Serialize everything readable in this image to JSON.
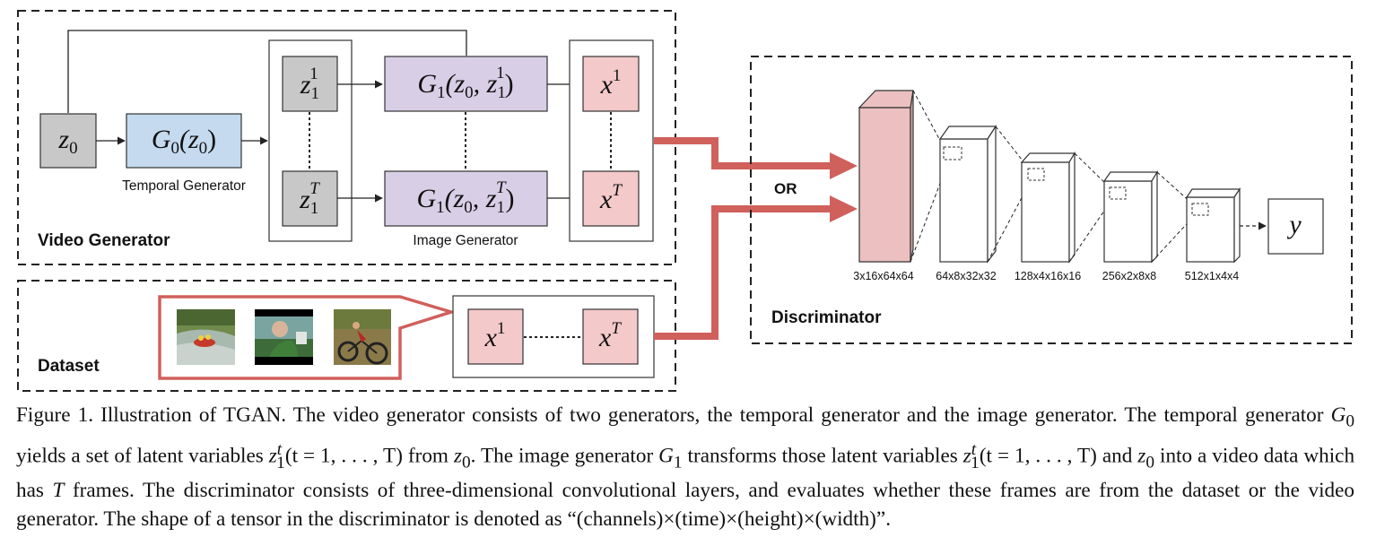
{
  "colors": {
    "gray_box": "#c8c8c8",
    "temporal_box": "#c5daef",
    "image_gen_box": "#d8cfe6",
    "frame_box": "#f3c9c9",
    "discriminator_first": "#ecc0c0",
    "arrow_red": "#d0605c",
    "line": "#222222"
  },
  "video_generator": {
    "section_label": "Video Generator",
    "z0": "z",
    "z0_sub": "0",
    "g0_main": "G",
    "g0_sub": "0",
    "g0_arg": "(z",
    "g0_arg_sub": "0",
    "g0_close": ")",
    "temporal_label": "Temporal Generator",
    "image_label": "Image Generator",
    "z_top": "z",
    "z_top_sub": "1",
    "z_top_sup": "1",
    "z_bot": "z",
    "z_bot_sub": "1",
    "z_bot_sup": "T",
    "g1_top_main": "G",
    "g1_top_sub": "1",
    "g1_top_arg": "(z",
    "g1_top_arg_sub": "0",
    "g1_top_comma": ", z",
    "g1_top_z_sub": "1",
    "g1_top_z_sup": "1",
    "g1_top_close": ")",
    "g1_bot_main": "G",
    "g1_bot_sub": "1",
    "g1_bot_arg": "(z",
    "g1_bot_arg_sub": "0",
    "g1_bot_comma": ", z",
    "g1_bot_z_sub": "1",
    "g1_bot_z_sup": "T",
    "g1_bot_close": ")",
    "x_top": "x",
    "x_top_sup": "1",
    "x_bot": "x",
    "x_bot_sup": "T"
  },
  "dataset": {
    "section_label": "Dataset",
    "x_left": "x",
    "x_left_sup": "1",
    "x_right": "x",
    "x_right_sup": "T"
  },
  "middle": {
    "or_label": "OR"
  },
  "discriminator": {
    "section_label": "Discriminator",
    "shapes": [
      "3x16x64x64",
      "64x8x32x32",
      "128x4x16x16",
      "256x2x8x8",
      "512x1x4x4"
    ],
    "output": "y"
  },
  "caption": {
    "p1": "Figure 1. Illustration of TGAN. The video generator consists of two generators, the temporal generator and the image generator. The temporal generator ",
    "g0": "G",
    "g0_sub": "0",
    "p2": " yields a set of latent variables ",
    "z": "z",
    "z_sub": "1",
    "z_sup": "t",
    "p3": "(t = 1, . . . , T) from ",
    "z0": "z",
    "z0_sub": "0",
    "p4": ". The image generator ",
    "g1": "G",
    "g1_sub": "1",
    "p5": " transforms those latent variables ",
    "z2": "z",
    "z2_sub": "1",
    "z2_sup": "t",
    "p6": "(t = 1, . . . , T) and ",
    "z02": "z",
    "z02_sub": "0",
    "p7": " into a video data which has ",
    "T": "T",
    "p8": " frames. The discriminator consists of three-dimensional convolutional layers, and evaluates whether these frames are from the dataset or the video generator. The shape of a tensor in the discriminator is denoted as “(channels)×(time)×(height)×(width)”."
  }
}
